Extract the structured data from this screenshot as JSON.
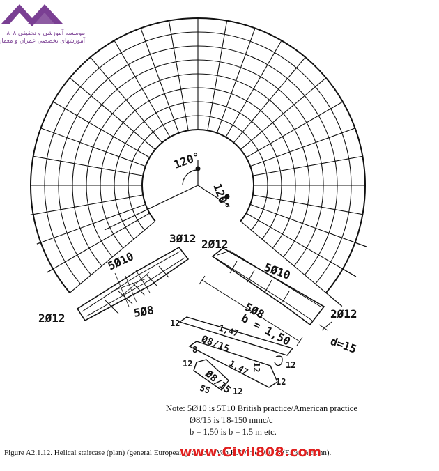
{
  "logo": {
    "line1": "موسسه آموزشی و تحقیقی ۸۰۸",
    "line2": "آموزشهای تخصصی عمران و معماری",
    "color": "#7a3f93"
  },
  "diagram": {
    "angle_top": "120°",
    "angle_right": "120°",
    "label_3d12": "3Ø12",
    "label_2d12_top": "2Ø12",
    "label_5d10_left": "5Ø10",
    "label_5d10_right": "5Ø10",
    "label_2d12_left": "2Ø12",
    "label_2d12_right": "2Ø12",
    "label_5d8_left": "5Ø8",
    "label_5d8_right": "5Ø8",
    "label_b": "b = 1,50",
    "label_d": "d=15",
    "label_12_a": "12",
    "label_147_a": "1,47",
    "label_d8_15_a": "Ø8/15",
    "label_8": "8",
    "label_12_b": "12",
    "label_12_c": "12",
    "label_147_b": "1,47",
    "label_12_d": "12",
    "label_d8_15_b": "Ø8/15",
    "label_55": "55",
    "label_12_e": "12",
    "label_12_f": "12"
  },
  "notes": {
    "line1": "Note: 5Ø10 is 5T10 British practice/American practice",
    "line2": "Ø8/15 is T8-150 mmc/c",
    "line3": "b = 1,50 is b = 1.5 m etc."
  },
  "caption": "Figure A2.1.12. Helical staircase (plan) (general European practice) (Von K. Winter 1977) (Ernst & Sohn).",
  "watermark": "www.Civil808.com"
}
